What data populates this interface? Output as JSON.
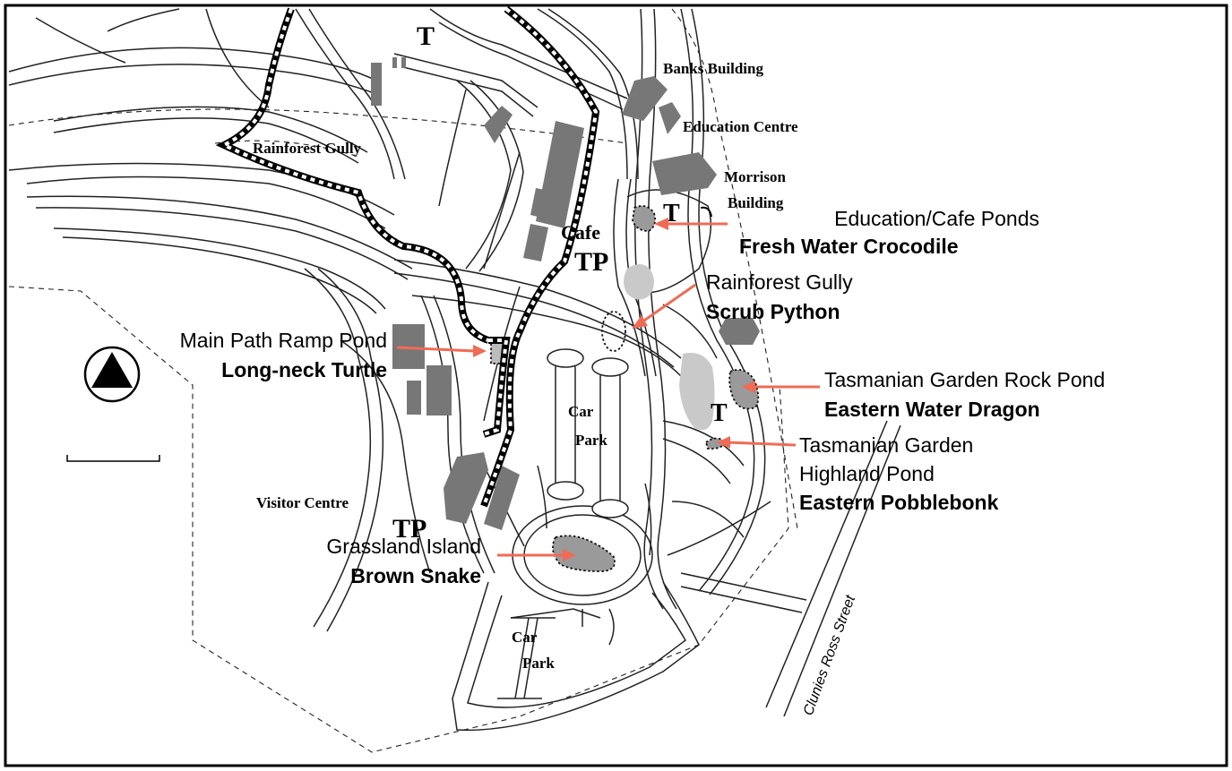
{
  "map": {
    "landmarks": {
      "banks_building": "Banks Building",
      "education_centre": "Education Centre",
      "morrison_building_line1": "Morrison",
      "morrison_building_line2": "Building",
      "rainforest_gully": "Rainforest Gully",
      "cafe": "Cafe",
      "visitor_centre": "Visitor Centre",
      "car_park_1_line1": "Car",
      "car_park_1_line2": "Park",
      "car_park_2_line1": "Car",
      "car_park_2_line2": "Park",
      "street": "Clunies Ross Street"
    },
    "symbols": {
      "toilet": "T",
      "toilet_phone": "TP"
    },
    "habitats": [
      {
        "location": "Education/Cafe Ponds",
        "species": "Fresh Water Crocodile"
      },
      {
        "location": "Rainforest Gully",
        "species": "Scrub Python"
      },
      {
        "location": "Main Path Ramp Pond",
        "species": "Long-neck Turtle"
      },
      {
        "location": "Tasmanian Garden Rock Pond",
        "species": "Eastern Water Dragon"
      },
      {
        "location_line1": "Tasmanian Garden",
        "location_line2": "Highland Pond",
        "species": "Eastern Pobblebonk"
      },
      {
        "location": "Grassland Island",
        "species": "Brown Snake"
      }
    ],
    "colors": {
      "arrow": "#ef6b55",
      "building": "#777777",
      "pond": "#c9c9c9"
    }
  }
}
